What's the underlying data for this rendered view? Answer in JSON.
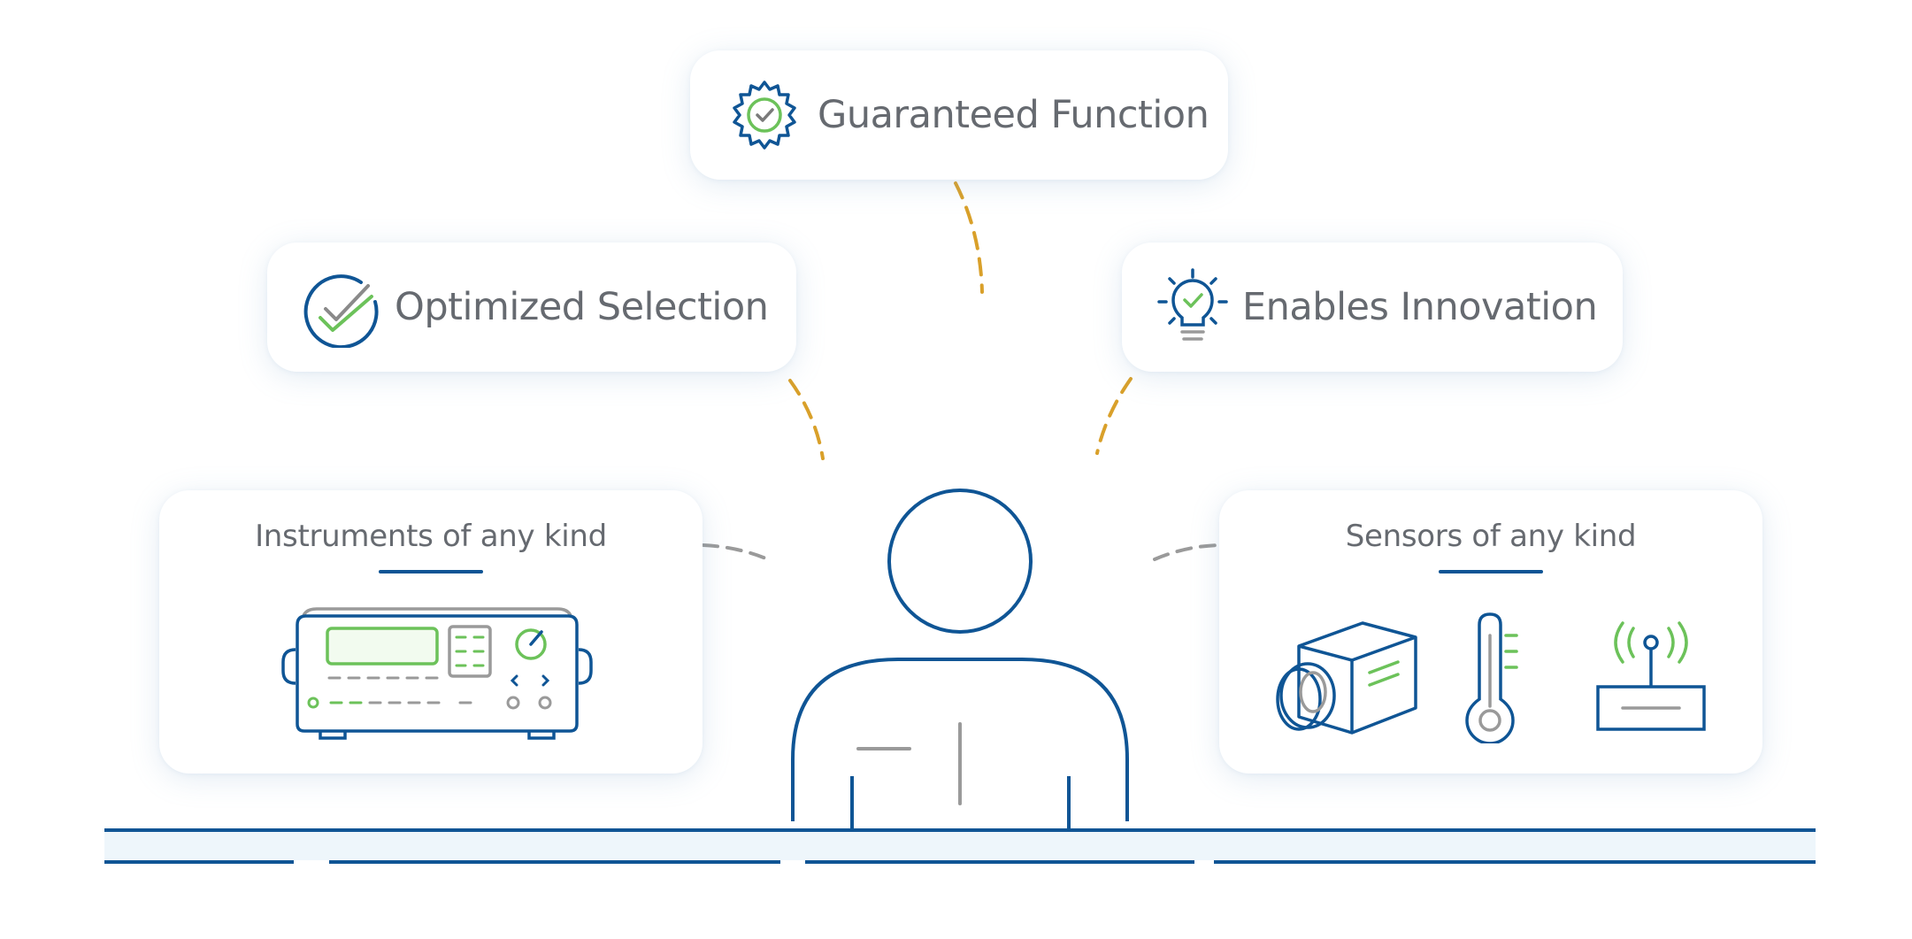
{
  "top_cards": [
    {
      "label": "Guaranteed Function",
      "icon": "gear-check-icon"
    },
    {
      "label": "Optimized Selection",
      "icon": "circle-check-icon"
    },
    {
      "label": "Enables Innovation",
      "icon": "lightbulb-icon"
    }
  ],
  "instruments_box": {
    "title": "Instruments of any kind",
    "icon": "bench-instrument-icon"
  },
  "sensors_box": {
    "title": "Sensors of any kind",
    "icons": [
      "camera-icon",
      "thermometer-icon",
      "wireless-router-icon"
    ]
  },
  "colors": {
    "primary_blue": "#0f5595",
    "accent_green": "#6cc25a",
    "connector_orange": "#d9a02a",
    "connector_gray": "#9a9a9a",
    "text_gray": "#666a70"
  }
}
